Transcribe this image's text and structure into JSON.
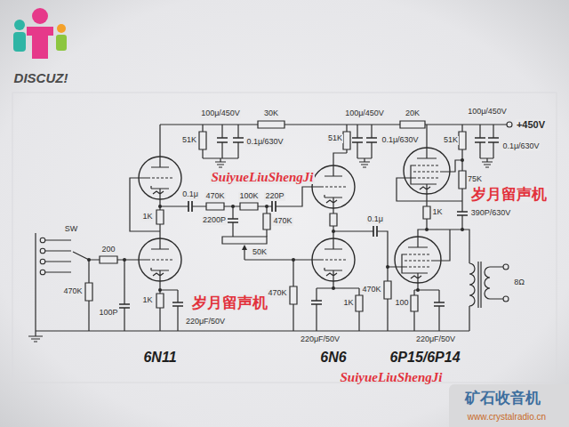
{
  "diagram": {
    "labels": [
      "DISCUZ!",
      "100μ/450V",
      "30K",
      "100μ/450V",
      "20K",
      "100μ/450V",
      "+450V",
      "51K",
      "0.1μ/630V",
      "51K",
      "0.1μ/630V",
      "51K",
      "0.1μ/630V",
      "SuiyueLiuShengJi",
      "75K",
      "岁月留声机",
      "0.1μ",
      "470K",
      "100K",
      "220P",
      "1K",
      "390P/630V",
      "1K",
      "2200P",
      "0.1μ",
      "470K",
      "SW",
      "200",
      "50K",
      "8Ω",
      "470K",
      "470K",
      "470K",
      "1K",
      "岁月留声机",
      "1K",
      "100",
      "100P",
      "220μF/50V",
      "220μF/50V",
      "220μF/50V",
      "6N11",
      "6N6",
      "6P15/6P14",
      "SuiyueLiuShengJi",
      "矿石收音机",
      "www.crystalradio.cn"
    ]
  }
}
